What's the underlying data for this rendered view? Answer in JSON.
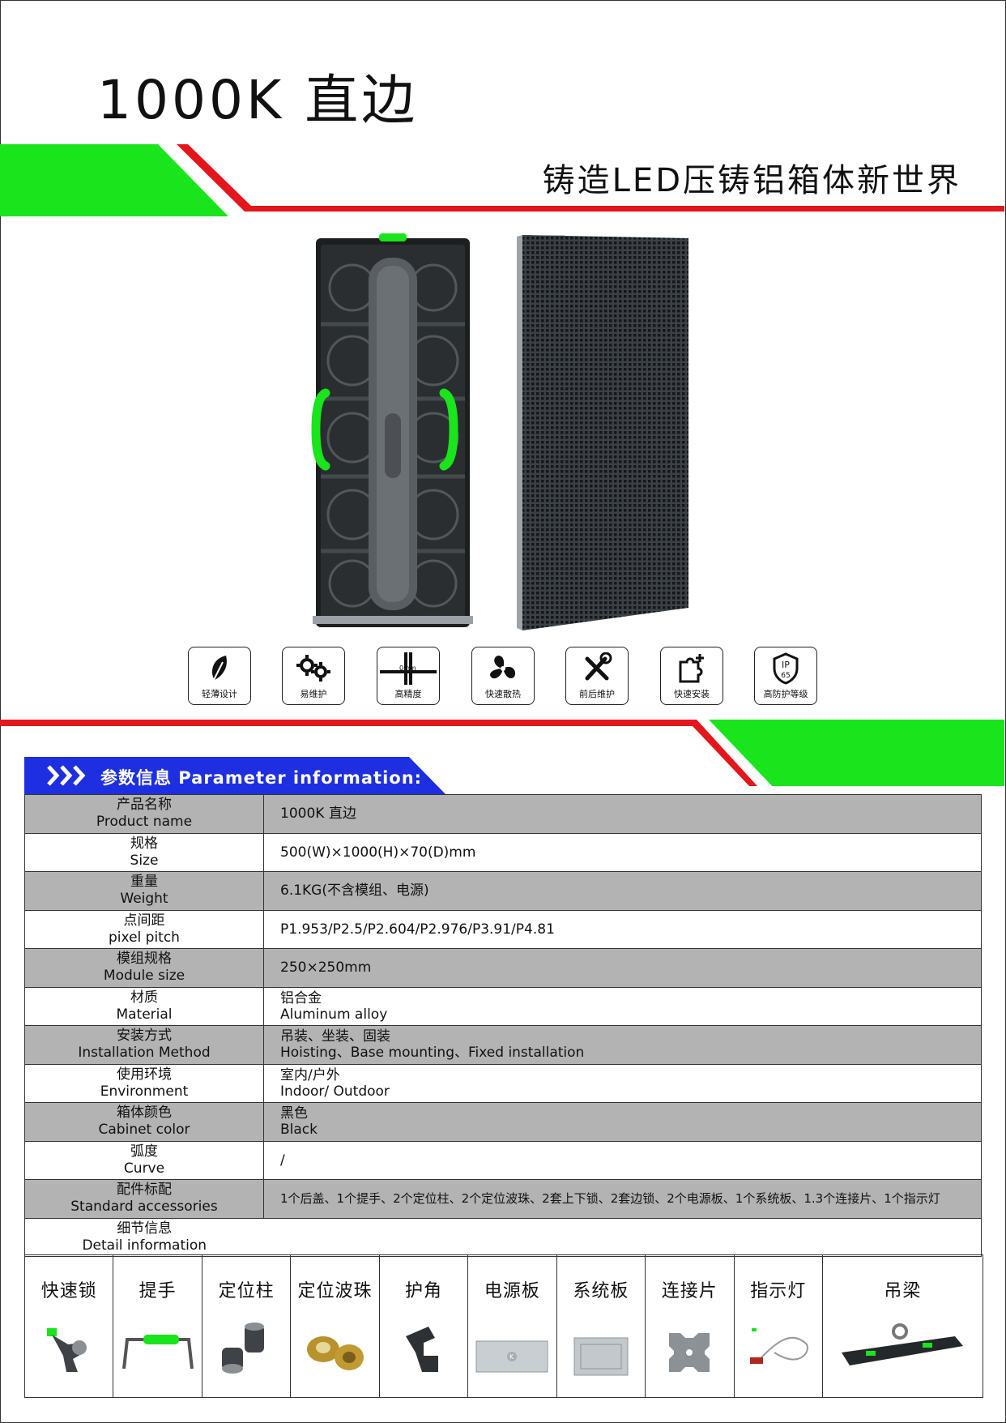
{
  "header": {
    "title": "1000K 直边",
    "subtitle": "铸造LED压铸铝箱体新世界"
  },
  "colors": {
    "green": "#19e41c",
    "red": "#e3161c",
    "blue": "#1d2fe0",
    "gray": "#b3b3b3"
  },
  "features": [
    {
      "icon": "feather-icon",
      "label": "轻薄设计"
    },
    {
      "icon": "gears-icon",
      "label": "易维护"
    },
    {
      "icon": "precision-icon",
      "label": "高精度",
      "inner_text": "0mm"
    },
    {
      "icon": "fan-icon",
      "label": "快速散热"
    },
    {
      "icon": "tools-icon",
      "label": "前后维护"
    },
    {
      "icon": "puzzle-icon",
      "label": "快速安装"
    },
    {
      "icon": "ip-shield-icon",
      "label": "高防护等级",
      "inner_text": "IP 65"
    }
  ],
  "parameters": {
    "heading": "参数信息 Parameter information:",
    "rows": [
      {
        "label_zh": "产品名称",
        "label_en": "Product name",
        "value": "1000K 直边",
        "gray": true
      },
      {
        "label_zh": "规格",
        "label_en": "Size",
        "value": "500(W)×1000(H)×70(D)mm",
        "gray": false
      },
      {
        "label_zh": "重量",
        "label_en": "Weight",
        "value": "6.1KG(不含模组、电源)",
        "gray": true
      },
      {
        "label_zh": "点间距",
        "label_en": "pixel pitch",
        "value": "P1.953/P2.5/P2.604/P2.976/P3.91/P4.81",
        "gray": false
      },
      {
        "label_zh": "模组规格",
        "label_en": "Module size",
        "value": "250×250mm",
        "gray": true
      },
      {
        "label_zh": "材质",
        "label_en": "Material",
        "value_zh": "铝合金",
        "value_en": "Aluminum alloy",
        "gray": false
      },
      {
        "label_zh": "安装方式",
        "label_en": "Installation Method",
        "value_zh": "吊装、坐装、固装",
        "value_en": "Hoisting、Base mounting、Fixed installation",
        "gray": true
      },
      {
        "label_zh": "使用环境",
        "label_en": "Environment",
        "value_zh": "室内/户外",
        "value_en": "Indoor/ Outdoor",
        "gray": false
      },
      {
        "label_zh": "箱体颜色",
        "label_en": "Cabinet color",
        "value_zh": "黑色",
        "value_en": "Black",
        "gray": true
      },
      {
        "label_zh": "弧度",
        "label_en": "Curve",
        "value": "/",
        "gray": false
      },
      {
        "label_zh": "配件标配",
        "label_en": "Standard accessories",
        "value": "1个后盖、1个提手、2个定位柱、2个定位波珠、2套上下锁、2套边锁、2个电源板、1个系统板、1.3个连接片、1个指示灯",
        "gray": true
      }
    ],
    "detail_label_zh": "细节信息",
    "detail_label_en": "Detail information"
  },
  "accessories": [
    {
      "name": "快速锁",
      "icon": "quick-lock-icon"
    },
    {
      "name": "提手",
      "icon": "handle-icon"
    },
    {
      "name": "定位柱",
      "icon": "locating-pin-icon"
    },
    {
      "name": "定位波珠",
      "icon": "ball-plunger-icon"
    },
    {
      "name": "护角",
      "icon": "corner-guard-icon"
    },
    {
      "name": "电源板",
      "icon": "power-board-icon"
    },
    {
      "name": "系统板",
      "icon": "system-board-icon"
    },
    {
      "name": "连接片",
      "icon": "connector-plate-icon"
    },
    {
      "name": "指示灯",
      "icon": "indicator-light-icon"
    },
    {
      "name": "吊梁",
      "icon": "hanging-beam-icon"
    }
  ]
}
